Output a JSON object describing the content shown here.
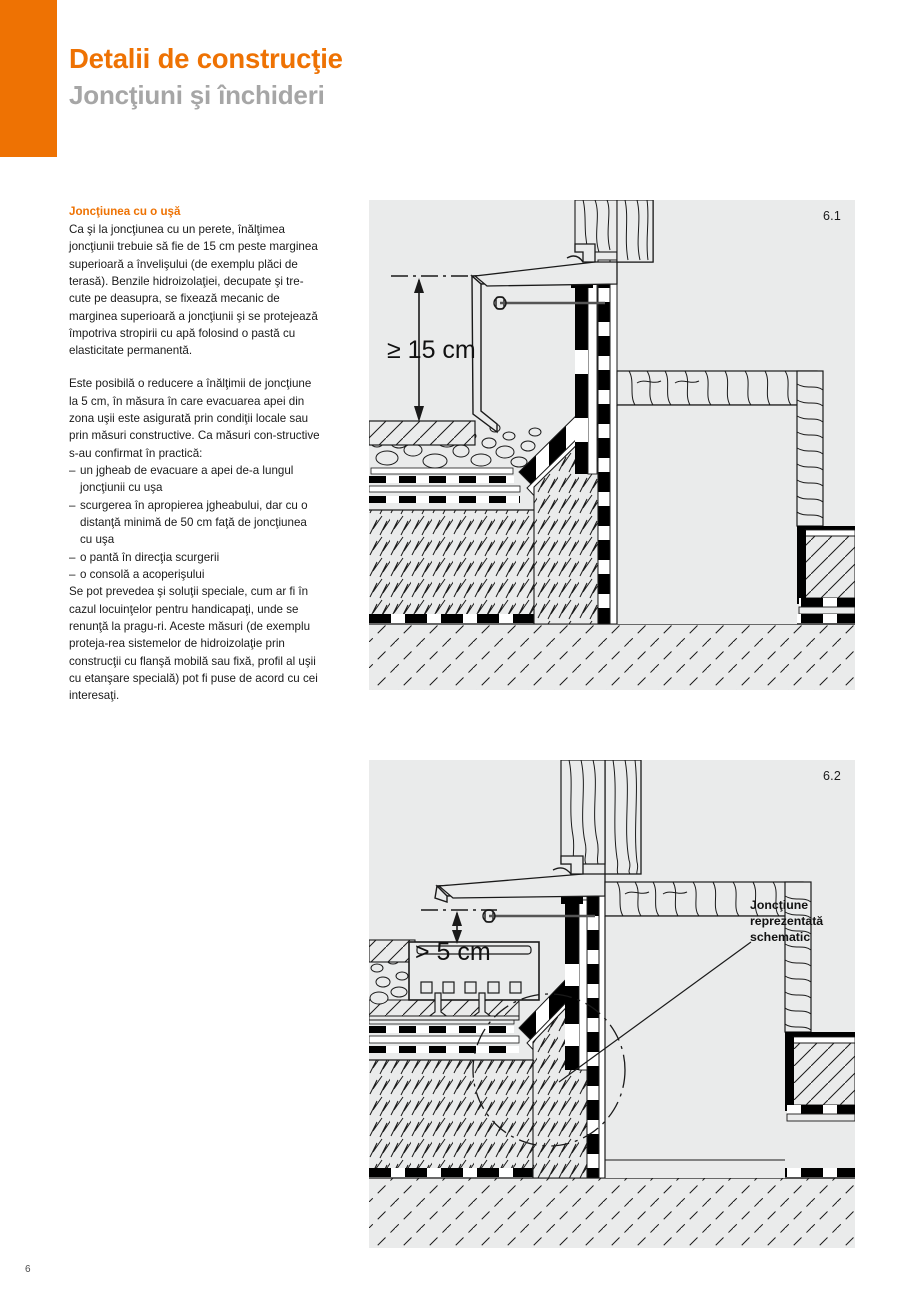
{
  "header": {
    "title": "Detalii de construcţie",
    "subtitle": "Joncţiuni şi închideri",
    "accent_color": "#ee7203",
    "subtitle_color": "#a6a6a6"
  },
  "article": {
    "heading": "Joncţiunea cu o uşă",
    "paragraph_1": "Ca şi la joncţiunea cu un perete, înălţimea joncţiunii trebuie să fie de 15 cm peste marginea superioară a învelişului (de exemplu plăci de terasă). Benzile hidroizolaţiei, decupate şi tre-cute pe deasupra, se fixează mecanic de marginea superioară a joncţiunii şi se protejează împotriva stropirii cu apă folosind o pastă cu elasticitate permanentă.",
    "paragraph_2": "Este posibilă o reducere a înălţimii de joncţiune la 5 cm, în măsura în care evacuarea apei din zona uşii este asigurată prin condiţii locale sau prin măsuri constructive. Ca măsuri con-structive s-au confirmat în practică:",
    "bullets": [
      "un jgheab de evacuare a apei de-a lungul joncţiunii cu uşa",
      "scurgerea în apropierea jgheabului, dar cu o distanţă minimă de 50 cm faţă de joncţiunea cu uşa",
      "o pantă în direcţia scurgerii",
      "o consolă a acoperişului"
    ],
    "bullet_marker": "–",
    "paragraph_3": "Se pot prevedea şi soluţii speciale, cum ar fi în cazul locuinţelor pentru handicapaţi, unde se renunţă la pragu-ri. Aceste măsuri (de exemplu proteja-rea sistemelor de hidroizolaţie prin construcţii cu flanşă mobilă sau fixă, profil al uşii cu etanşare specială) pot fi puse de acord cu cei interesaţi."
  },
  "figures": [
    {
      "id": "6.1",
      "number_label": "6.1",
      "dimension_label": "≥ 15  cm",
      "description": "Sectiune prin joncţiunea hidroizolaţiei cu o uşă, înălţime minimă 15 cm peste învelişul de pietriş şi plăci de terasă",
      "background": "#eaebeb"
    },
    {
      "id": "6.2",
      "number_label": "6.2",
      "dimension_label": "> 5  cm",
      "callout": "Joncţiune\nreprezentată\nschematic",
      "description": "Sectiune prin joncţiunea cu o uşă cu înălţime redusă la 5 cm, cu jgheab de evacuare a apei",
      "background": "#eaebeb"
    }
  ],
  "footer": {
    "page_number": "6"
  }
}
